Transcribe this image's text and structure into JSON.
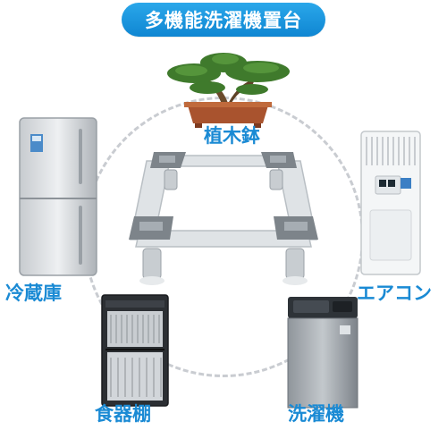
{
  "title": "多機能洗濯機置台",
  "labels": {
    "plant": "植木鉢",
    "fridge": "冷蔵庫",
    "aircon": "エアコン",
    "cabinet": "食器棚",
    "washer": "洗濯機"
  },
  "colors": {
    "accent": "#1a8ad4",
    "pill": "#1a96de",
    "dashed_circle": "#c9ccd1"
  },
  "icons": [
    "bonsai-icon",
    "washer-stand-icon",
    "refrigerator-icon",
    "air-conditioner-icon",
    "dish-cabinet-icon",
    "washing-machine-icon"
  ]
}
